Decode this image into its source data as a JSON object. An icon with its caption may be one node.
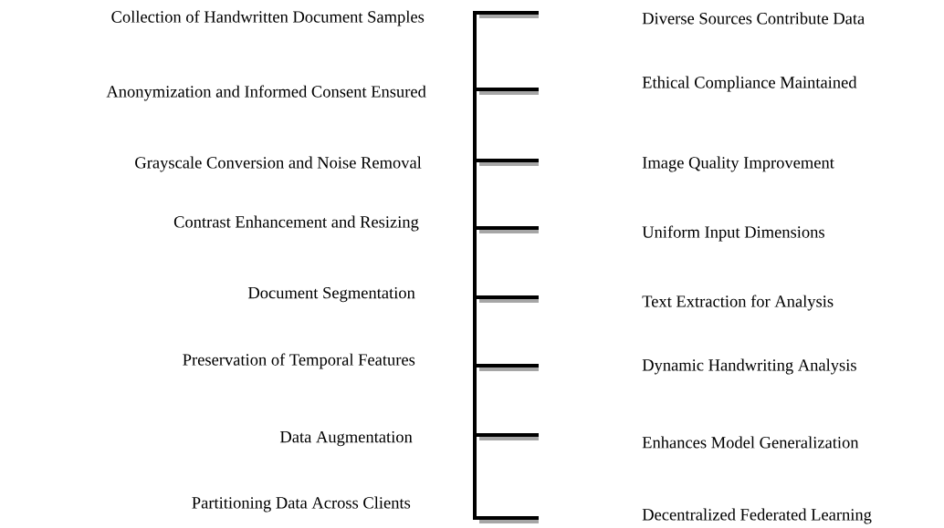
{
  "diagram": {
    "labels": [
      "Collection of Handwritten Document Samples",
      "Diverse Sources Contribute Data",
      "Anonymization and Informed Consent Ensured",
      "Ethical Compliance Maintained",
      "Grayscale Conversion and Noise Removal",
      "Image Quality Improvement",
      "Contrast Enhancement and Resizing",
      "Uniform Input Dimensions",
      "Document Segmentation",
      "Text Extraction for Analysis",
      "Preservation of Temporal Features",
      "Dynamic Handwriting Analysis",
      "Data Augmentation",
      "Enhances Model Generalization",
      "Partitioning Data Across Clients",
      "Decentralized Federated Learning"
    ]
  }
}
